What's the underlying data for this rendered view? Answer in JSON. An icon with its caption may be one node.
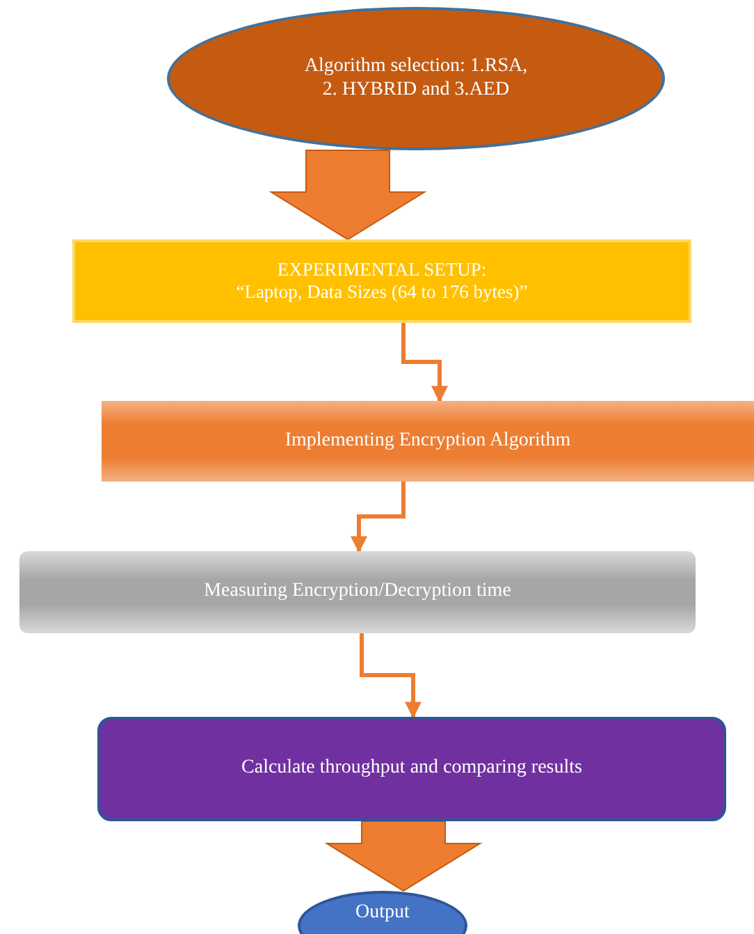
{
  "diagram": {
    "nodes": [
      {
        "text": [
          "Algorithm selection: 1.RSA, 2. HYBRID and 3.AED"
        ]
      },
      {
        "text": [
          "EXPERIMENTAL SETUP:",
          "“Laptop, Data Sizes (64 to 176 bytes)”"
        ]
      },
      {
        "text": [
          "Implementing Encryption Algorithm"
        ]
      },
      {
        "text": [
          "Measuring Encryption/Decryption time"
        ]
      },
      {
        "text": [
          "Calculate throughput and comparing results"
        ]
      },
      {
        "text": [
          "Output"
        ]
      }
    ],
    "edges": [
      {
        "from": 0,
        "to": 1,
        "arrow": "to",
        "style": "thick"
      },
      {
        "from": 1,
        "to": 2,
        "arrow": "to"
      },
      {
        "from": 2,
        "to": 3,
        "arrow": "to"
      },
      {
        "from": 3,
        "to": 4,
        "arrow": "to"
      },
      {
        "from": 4,
        "to": 5,
        "arrow": "to",
        "style": "thick"
      }
    ]
  }
}
